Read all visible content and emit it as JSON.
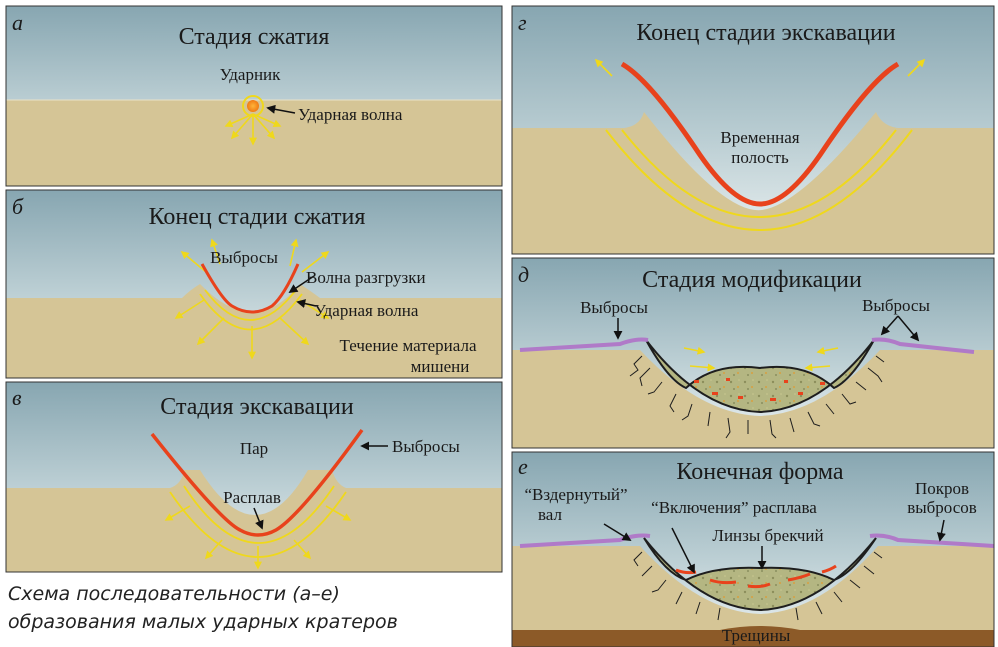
{
  "panels": [
    {
      "letter": "а",
      "title": "Стадия сжатия",
      "labels": [
        "Ударник",
        "Ударная волна"
      ]
    },
    {
      "letter": "б",
      "title": "Конец стадии сжатия",
      "labels": [
        "Выбросы",
        "Волна разгрузки",
        "Ударная волна",
        "Течение материала",
        "мишени"
      ]
    },
    {
      "letter": "в",
      "title": "Стадия экскавации",
      "labels": [
        "Пар",
        "Выбросы",
        "Расплав"
      ]
    },
    {
      "letter": "г",
      "title": "Конец стадии экскавации",
      "labels": [
        "Временная",
        "полость"
      ]
    },
    {
      "letter": "д",
      "title": "Стадия модификации",
      "labels": [
        "Выбросы",
        "Выбросы"
      ]
    },
    {
      "letter": "е",
      "title": "Конечная форма",
      "labels": [
        "“Вздернутый”",
        "вал",
        "“Включения” расплава",
        "Линзы брекчий",
        "Покров",
        "выбросов",
        "Трещины"
      ]
    }
  ],
  "caption": {
    "line1": "Схема последовательности (а–е)",
    "line2": "образования малых ударных кратеров"
  },
  "colors": {
    "sky_top": "#8ba9b3",
    "sky_bottom": "#eef2f2",
    "ground": "#d5c596",
    "melt": "#e8421c",
    "shock": "#f2e01c",
    "ejecta_pink": "#b07ac8",
    "breccia": "#aeb07a",
    "dark_ground": "#8c5a28"
  }
}
